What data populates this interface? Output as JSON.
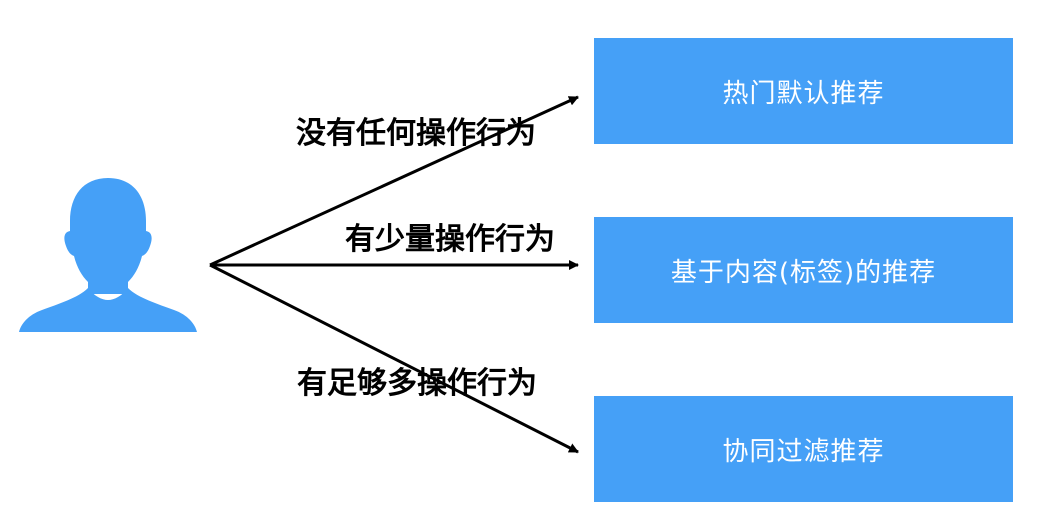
{
  "diagram": {
    "targets": [
      {
        "id": "hot",
        "label": "热门默认推荐"
      },
      {
        "id": "content",
        "label": "基于内容(标签)的推荐"
      },
      {
        "id": "cf",
        "label": "协同过滤推荐"
      }
    ],
    "edges": [
      {
        "from": "user",
        "to": "hot",
        "label": "没有任何操作行为"
      },
      {
        "from": "user",
        "to": "content",
        "label": "有少量操作行为"
      },
      {
        "from": "user",
        "to": "cf",
        "label": "有足够多操作行为"
      }
    ],
    "source": {
      "icon": "user-silhouette-icon"
    },
    "colors": {
      "box": "#45a0f7",
      "box_text": "#ffffff",
      "arrow": "#000000",
      "icon": "#45a0f7"
    }
  }
}
